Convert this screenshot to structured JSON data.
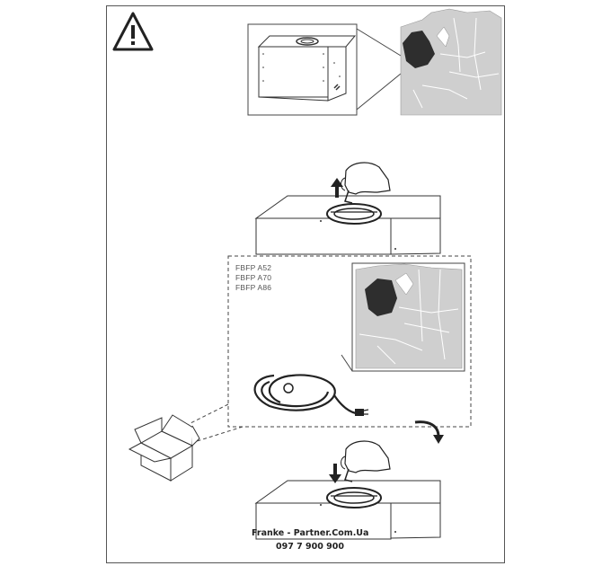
{
  "models": [
    "FBFP A52",
    "FBFP A70",
    "FBFP A86"
  ],
  "footer": {
    "brand_line": "Franke - Partner.Com.Ua",
    "phone": "097 7 900 900"
  },
  "icons": {
    "warning": "warning-triangle-icon",
    "rotate_arrow": "curved-arrow-icon",
    "up_arrow": "up-arrow-icon",
    "down_arrow": "down-arrow-icon"
  },
  "colors": {
    "line": "#333333",
    "map_land": "#c8c8c8",
    "map_highlight": "#333333"
  }
}
